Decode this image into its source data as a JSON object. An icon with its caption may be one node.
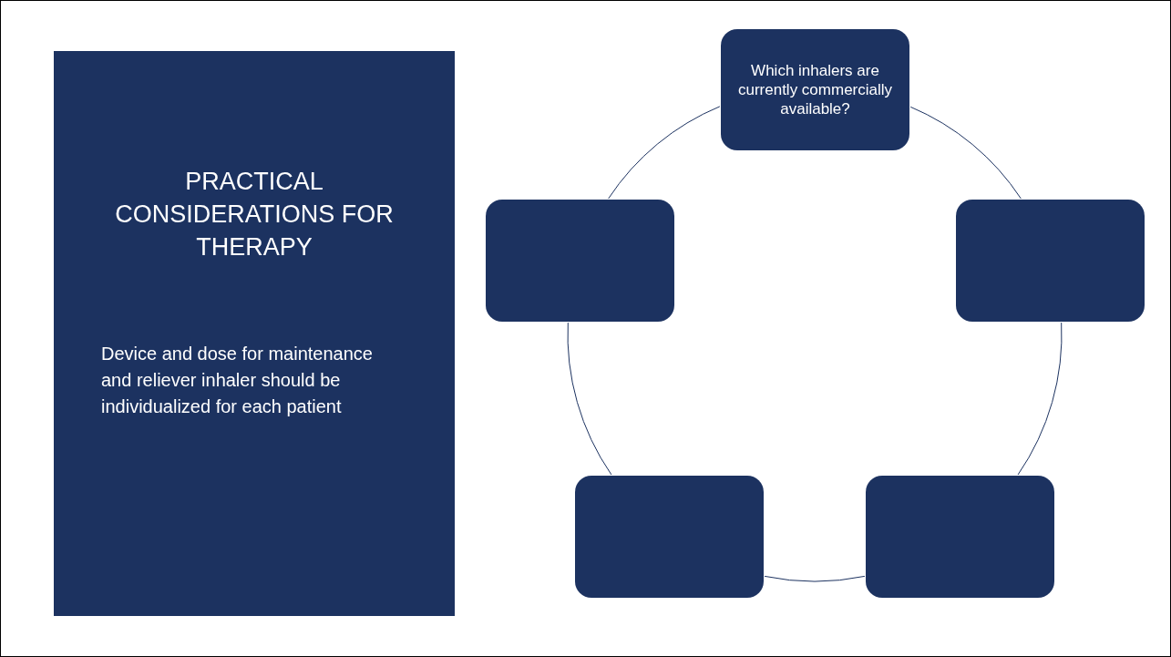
{
  "diagram": {
    "nodes": [
      {
        "text": [
          "PRACTICAL CONSIDERATIONS FOR THERAPY",
          "Device and dose for maintenance and reliever inhaler should be individualized for each patient"
        ]
      },
      {
        "text": [
          "Which inhalers are currently commercially available?"
        ]
      },
      {
        "text": [],
        "shape": "box"
      },
      {
        "text": [],
        "shape": "box"
      },
      {
        "text": [],
        "shape": "box"
      },
      {
        "text": [],
        "shape": "box"
      }
    ],
    "edges": [
      {
        "from": 1,
        "to": 5,
        "arrow": "none"
      },
      {
        "from": 5,
        "to": 4,
        "arrow": "none"
      },
      {
        "from": 4,
        "to": 3,
        "arrow": "none"
      },
      {
        "from": 3,
        "to": 2,
        "arrow": "none"
      },
      {
        "from": 2,
        "to": 1,
        "arrow": "none"
      }
    ]
  }
}
